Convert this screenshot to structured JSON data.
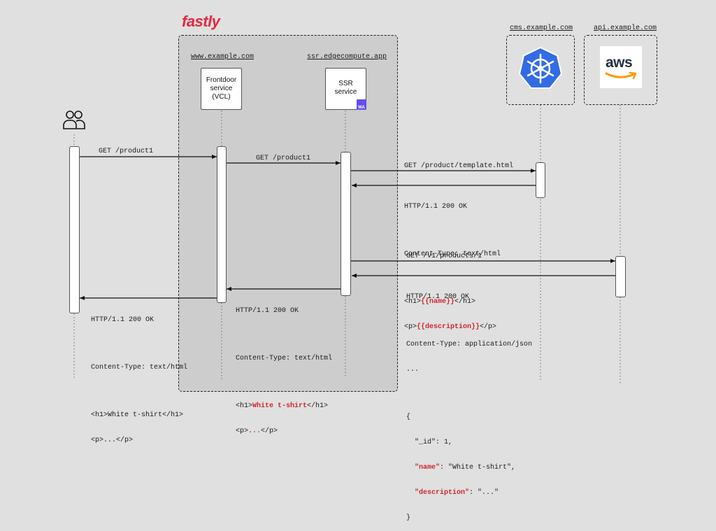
{
  "logo": {
    "text": "fastly",
    "color": "#e4283f"
  },
  "participants": {
    "user": {
      "icon": "users-icon"
    },
    "frontdoor": {
      "host": "www.example.com",
      "label_lines": [
        "Frontdoor",
        "service",
        "(VCL)"
      ]
    },
    "ssr": {
      "host": "ssr.edgecompute.app",
      "label_lines": [
        "SSR",
        "service"
      ],
      "badge": "WA"
    },
    "cms": {
      "host": "cms.example.com",
      "icon": "kubernetes-icon"
    },
    "api": {
      "host": "api.example.com",
      "icon": "aws-icon",
      "logo_text": "aws"
    }
  },
  "messages": {
    "user_to_frontdoor": "GET /product1",
    "frontdoor_to_ssr": "GET /product1",
    "ssr_to_cms": "GET /product/template.html",
    "cms_response": {
      "status": "HTTP/1.1 200 OK",
      "content_type": "Content-Type: text/html",
      "line1": {
        "pre": "<h1>",
        "hl": "{{name}}",
        "post": "</h1>"
      },
      "line2": {
        "pre": "<p>",
        "hl": "{{description}}",
        "post": "</p>"
      }
    },
    "ssr_to_api": "GET /v1/products/1",
    "api_response": {
      "status": "HTTP/1.1 200 OK",
      "content_type": "Content-Type: application/json",
      "ellipsis": "...",
      "open": "{",
      "id_line": "  \"_id\": 1,",
      "name_key": "\"name\"",
      "name_val": ": \"White t-shirt\",",
      "desc_key": "\"description\"",
      "desc_val": ": \"...\"",
      "close": "}"
    },
    "ssr_response": {
      "status": "HTTP/1.1 200 OK",
      "content_type": "Content-Type: text/html",
      "line1": {
        "pre": "<h1>",
        "hl": "White t-shirt",
        "post": "</h1>"
      },
      "line2": {
        "pre": "<p>",
        "hl": "...",
        "post": "</p>"
      }
    },
    "frontdoor_response": {
      "status": "HTTP/1.1 200 OK",
      "content_type": "Content-Type: text/html",
      "line1": "<h1>White t-shirt</h1>",
      "line2": "<p>...</p>"
    }
  },
  "colors": {
    "highlight": "#d0262d",
    "kubernetes": "#326ce5",
    "wasm": "#654ff0",
    "aws_orange": "#ff9900"
  }
}
